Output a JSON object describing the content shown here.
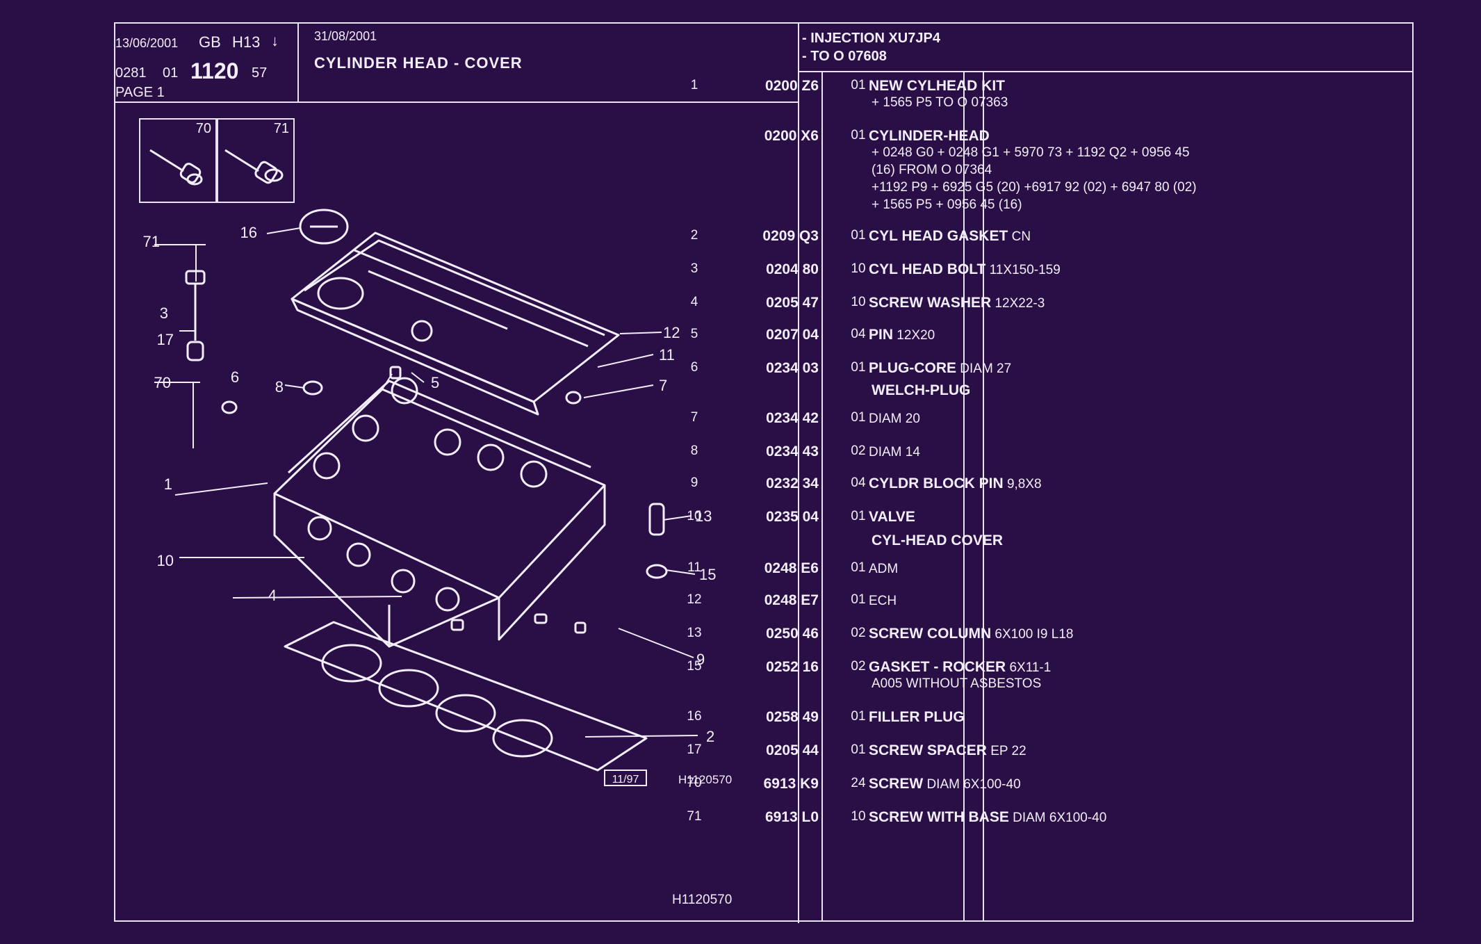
{
  "header": {
    "date1": "13/06/2001",
    "lang": "GB",
    "code": "H13",
    "arrow": "↓",
    "ref_a": "0281",
    "ref_b": "01",
    "ref_main": "1120",
    "ref_c": "57",
    "page": "PAGE 1",
    "date2": "31/08/2001",
    "title": "CYLINDER HEAD - COVER",
    "engine_line1": "- INJECTION XU7JP4",
    "engine_line2": "- TO  O   07608"
  },
  "thumbnails": [
    "70",
    "71"
  ],
  "diagram": {
    "callouts": [
      "71",
      "16",
      "3",
      "17",
      "70",
      "6",
      "8",
      "5",
      "1",
      "10",
      "4",
      "12",
      "11",
      "7",
      "13",
      "15",
      "9",
      "2"
    ],
    "stamp": "11/97",
    "code_small": "H1120570",
    "code_bottom": "H1120570"
  },
  "parts": [
    {
      "idx": "1",
      "ref": "0200 Z6",
      "qty": "01",
      "name": "NEW CYLHEAD KIT",
      "extra": "",
      "sub": [
        "+ 1565 P5 TO  O  07363"
      ]
    },
    {
      "idx": "",
      "ref": "0200 X6",
      "qty": "01",
      "name": "CYLINDER-HEAD",
      "extra": "",
      "sub": [
        "+ 0248 G0  + 0248 G1  + 5970 73  + 1192 Q2  + 0956 45",
        "(16) FROM  O  07364",
        "+1192 P9  + 6925 G5 (20)  +6917 92 (02)  + 6947 80 (02)",
        "+ 1565 P5  + 0956 45 (16)"
      ]
    },
    {
      "idx": "2",
      "ref": "0209 Q3",
      "qty": "01",
      "name": "CYL HEAD GASKET",
      "extra": " CN",
      "sub": []
    },
    {
      "idx": "3",
      "ref": "0204 80",
      "qty": "10",
      "name": "CYL HEAD BOLT",
      "extra": " 11X150-159",
      "sub": []
    },
    {
      "idx": "4",
      "ref": "0205 47",
      "qty": "10",
      "name": "SCREW WASHER",
      "extra": " 12X22-3",
      "sub": []
    },
    {
      "idx": "5",
      "ref": "0207 04",
      "qty": "04",
      "name": "PIN",
      "extra": " 12X20",
      "sub": []
    },
    {
      "idx": "6",
      "ref": "0234 03",
      "qty": "01",
      "name": "PLUG-CORE",
      "extra": " DIAM 27",
      "sub": []
    },
    {
      "idx": "7",
      "ref": "0234 42",
      "qty": "01",
      "name": "",
      "extra": "DIAM 20",
      "sub": [],
      "heading": "WELCH-PLUG"
    },
    {
      "idx": "8",
      "ref": "0234 43",
      "qty": "02",
      "name": "",
      "extra": "DIAM 14",
      "sub": []
    },
    {
      "idx": "9",
      "ref": "0232 34",
      "qty": "04",
      "name": "CYLDR BLOCK PIN",
      "extra": " 9,8X8",
      "sub": []
    },
    {
      "idx": "10",
      "ref": "0235 04",
      "qty": "01",
      "name": "VALVE",
      "extra": "",
      "sub": []
    },
    {
      "idx": "11",
      "ref": "0248 E6",
      "qty": "01",
      "name": "",
      "extra": "ADM",
      "sub": [],
      "heading": "CYL-HEAD COVER"
    },
    {
      "idx": "12",
      "ref": "0248 E7",
      "qty": "01",
      "name": "",
      "extra": "ECH",
      "sub": []
    },
    {
      "idx": "13",
      "ref": "0250 46",
      "qty": "02",
      "name": "SCREW COLUMN",
      "extra": " 6X100 I9 L18",
      "sub": []
    },
    {
      "idx": "15",
      "ref": "0252 16",
      "qty": "02",
      "name": "GASKET - ROCKER",
      "extra": " 6X11-1",
      "sub": [
        "A005 WITHOUT ASBESTOS"
      ]
    },
    {
      "idx": "16",
      "ref": "0258 49",
      "qty": "01",
      "name": "FILLER PLUG",
      "extra": "",
      "sub": []
    },
    {
      "idx": "17",
      "ref": "0205 44",
      "qty": "01",
      "name": "SCREW SPACER",
      "extra": " EP 22",
      "sub": []
    },
    {
      "idx": "70",
      "ref": "6913 K9",
      "qty": "24",
      "name": "SCREW",
      "extra": " DIAM 6X100-40",
      "sub": []
    },
    {
      "idx": "71",
      "ref": "6913 L0",
      "qty": "10",
      "name": "SCREW WITH BASE",
      "extra": " DIAM 6X100-40",
      "sub": []
    }
  ],
  "colors": {
    "background": "#2a0f47",
    "lines": "#e9e4f4"
  }
}
